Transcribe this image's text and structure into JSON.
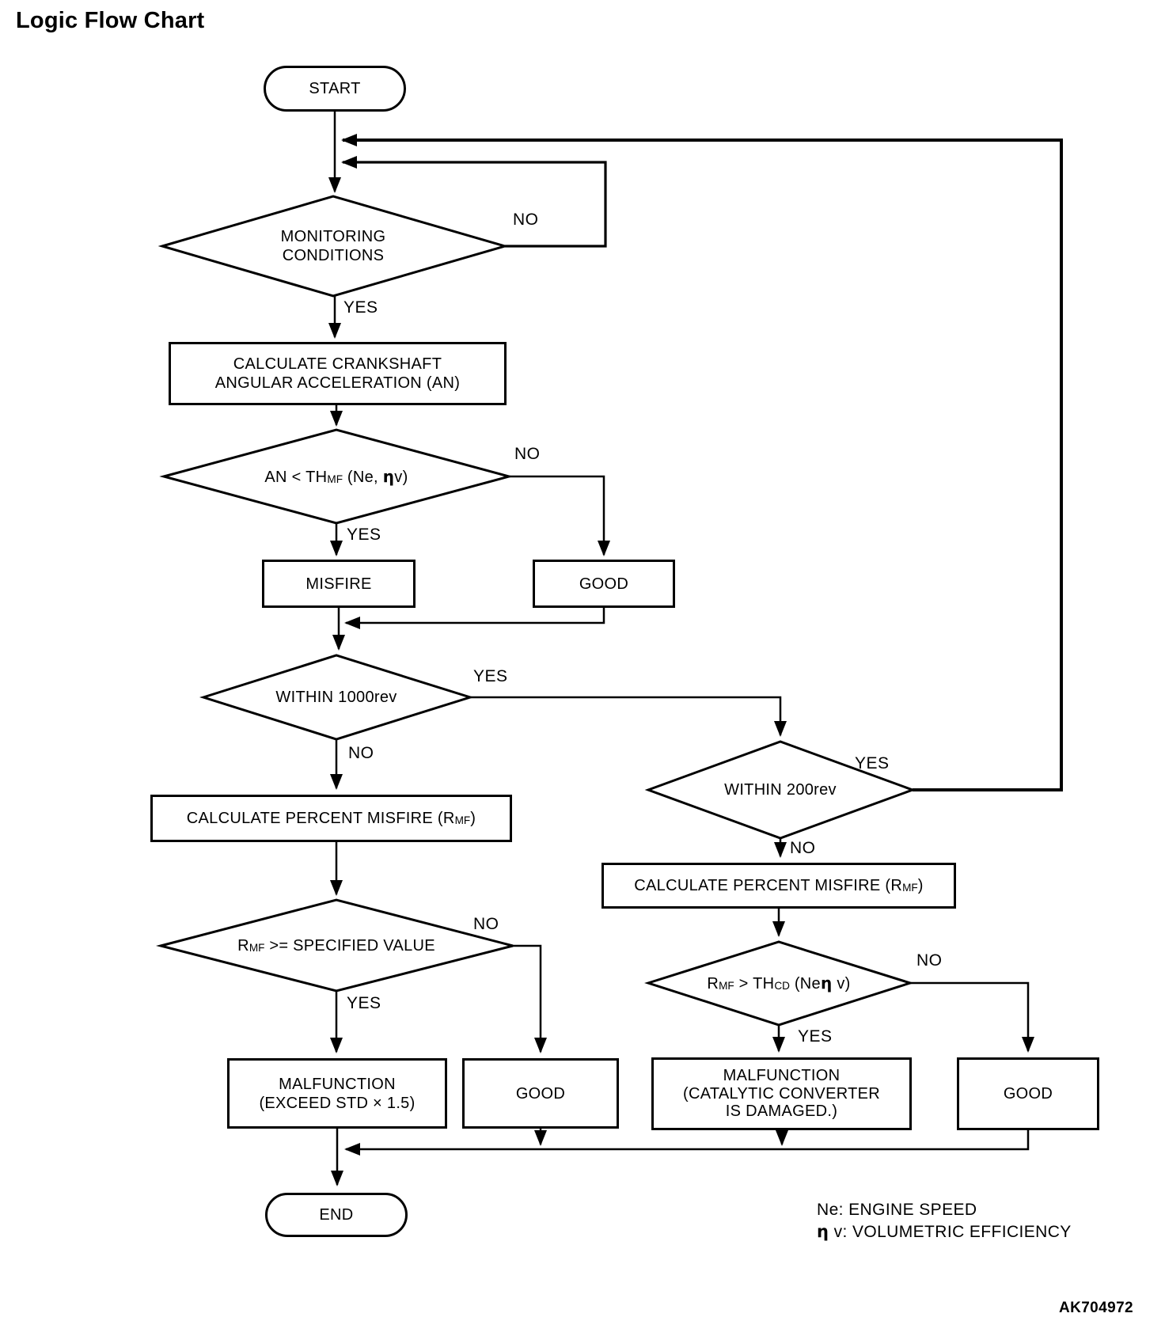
{
  "title": "Logic Flow Chart",
  "code": "AK704972",
  "labels": {
    "yes": "YES",
    "no": "NO"
  },
  "nodes": {
    "start": "START",
    "monitoring": {
      "l1": "MONITORING",
      "l2": "CONDITIONS"
    },
    "calc_an": {
      "l1": "CALCULATE CRANKSHAFT",
      "l2": "ANGULAR ACCELERATION (AN)"
    },
    "an_th": {
      "t1": "AN < TH",
      "sub1": "MF",
      "t2": " (Ne, ",
      "eta": "η",
      "t3": "v)"
    },
    "misfire": "MISFIRE",
    "good": "GOOD",
    "within1000": "WITHIN 1000rev",
    "calc_rmf": {
      "t1": "CALCULATE PERCENT MISFIRE (R",
      "sub1": "MF",
      "t2": ")"
    },
    "rmf_spec": {
      "t1": "R",
      "sub1": "MF",
      "t2": " >= SPECIFIED VALUE"
    },
    "malf_std": {
      "l1": "MALFUNCTION",
      "l2": "(EXCEED STD  × 1.5)"
    },
    "within200": "WITHIN 200rev",
    "rmf_thcd": {
      "t1": "R",
      "sub1": "MF",
      "t2": " > TH",
      "sub2": "CD",
      "t3": " (Ne",
      "eta": "η",
      "t4": " v)"
    },
    "malf_cat": {
      "l1": "MALFUNCTION",
      "l2": "(CATALYTIC CONVERTER",
      "l3": "IS DAMAGED.)"
    },
    "end": "END"
  },
  "legend": {
    "l1": "Ne: ENGINE SPEED",
    "l2_eta": "η",
    "l2": " v: VOLUMETRIC EFFICIENCY"
  }
}
